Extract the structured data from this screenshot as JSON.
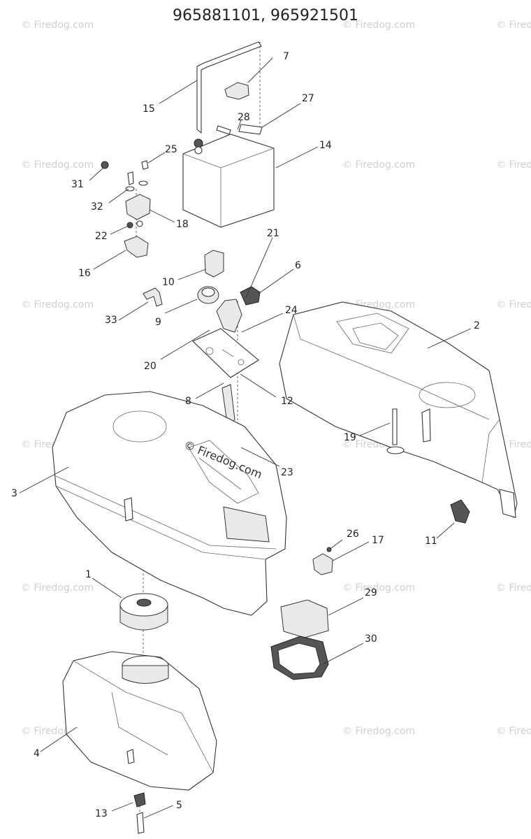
{
  "title": "965881101, 965921501",
  "watermark_text": "© Firedog.com",
  "center_watermark_text": "© Firedog.com",
  "callouts": [
    "1",
    "2",
    "3",
    "4",
    "5",
    "6",
    "7",
    "8",
    "9",
    "10",
    "11",
    "12",
    "13",
    "14",
    "15",
    "16",
    "17",
    "18",
    "19",
    "20",
    "21",
    "22",
    "23",
    "24",
    "25",
    "26",
    "27",
    "28",
    "29",
    "30",
    "31",
    "32",
    "33"
  ]
}
